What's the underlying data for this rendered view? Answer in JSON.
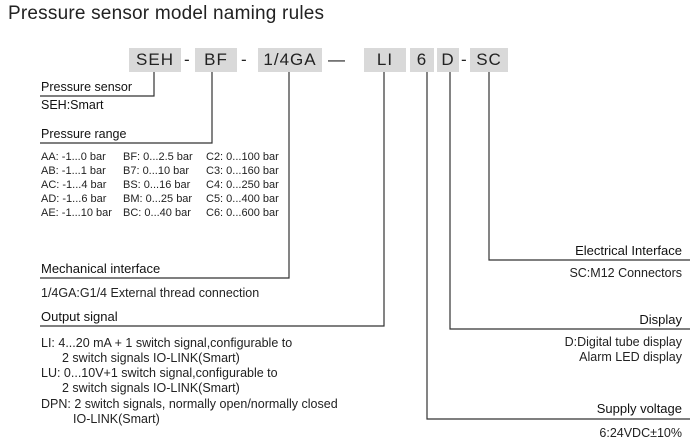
{
  "title": "Pressure sensor model naming rules",
  "model": {
    "segments": [
      "SEH",
      "BF",
      "1/4GA",
      "LI",
      "6",
      "D",
      "SC"
    ],
    "separators": [
      "-",
      "-",
      "—",
      "-"
    ]
  },
  "sensor": {
    "heading": "Pressure sensor",
    "value": "SEH:Smart"
  },
  "range": {
    "heading": "Pressure range",
    "rows": [
      [
        "AA: -1...0 bar",
        "BF: 0...2.5 bar",
        "C2: 0...100 bar"
      ],
      [
        "AB: -1...1 bar",
        "B7: 0...10 bar",
        "C3: 0...160 bar"
      ],
      [
        "AC: -1...4 bar",
        "BS: 0...16 bar",
        "C4: 0...250 bar"
      ],
      [
        "AD: -1...6 bar",
        "BM: 0...25 bar",
        "C5: 0...400 bar"
      ],
      [
        "AE: -1...10 bar",
        "BC: 0...40 bar",
        "C6: 0...600 bar"
      ]
    ]
  },
  "mechanical": {
    "heading": "Mechanical interface",
    "value": "1/4GA:G1/4 External thread connection"
  },
  "output": {
    "heading": "Output signal",
    "lines": [
      "LI: 4...20 mA + 1 switch signal,configurable to",
      "2 switch signals IO-LINK(Smart)",
      "LU: 0...10V+1 switch signal,configurable to",
      "2 switch signals IO-LINK(Smart)",
      "DPN: 2 switch signals, normally open/normally closed",
      "IO-LINK(Smart)"
    ]
  },
  "electrical": {
    "heading": "Electrical Interface",
    "value": "SC:M12 Connectors"
  },
  "display": {
    "heading": "Display",
    "lines": [
      "D:Digital tube display",
      "Alarm LED display"
    ]
  },
  "supply": {
    "heading": "Supply voltage",
    "value": "6:24VDC±10%"
  },
  "colors": {
    "segment_bg": "#d9d9d9",
    "line": "#333333"
  }
}
